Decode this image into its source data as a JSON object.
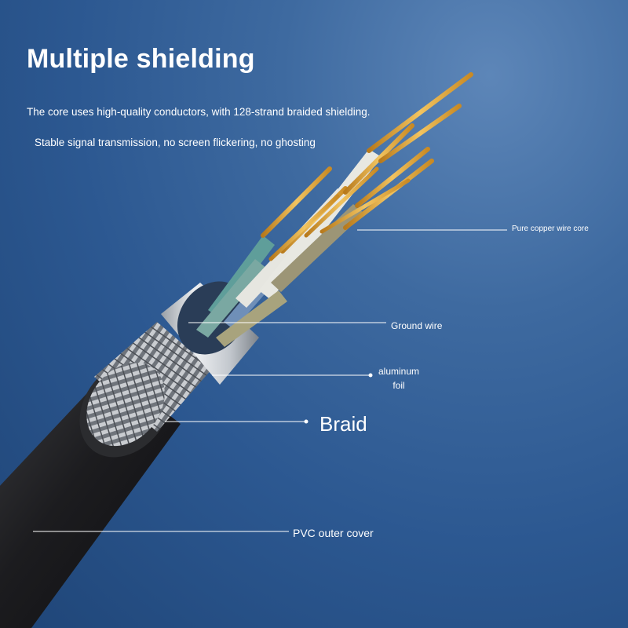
{
  "heading": {
    "title": "Multiple shielding",
    "line1": "The core uses high-quality conductors, with 128-strand braided shielding.",
    "line2": "Stable signal transmission, no screen flickering, no ghosting"
  },
  "callouts": {
    "copper_core": "Pure copper wire core",
    "ground_wire": "Ground wire",
    "aluminum_foil_line1": "aluminum",
    "aluminum_foil_line2": "foil",
    "braid": "Braid",
    "pvc_cover": "PVC outer cover"
  },
  "colors": {
    "background": "#2c5891",
    "jacket": "#1b1b1d",
    "braid": "#9a9fa6",
    "foil": "#d7dbe0",
    "copper": "#e0a93a",
    "insulation_teal": "#5f9e9a",
    "insulation_white": "#e6e6e0",
    "insulation_blue": "#6f8fb8",
    "text": "#ffffff"
  }
}
